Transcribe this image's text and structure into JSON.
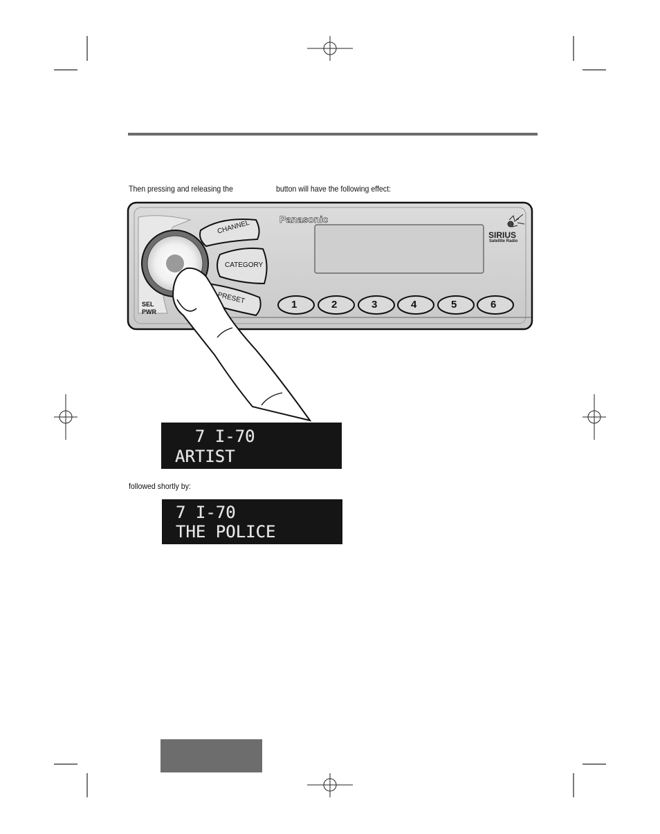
{
  "intro": {
    "part1": "Then pressing and releasing the",
    "part2": "button will have the following effect:"
  },
  "radio": {
    "brand": "Panasonic",
    "sirius_logo": "SIRIUS",
    "sirius_sub": "Satellite Radio",
    "buttons": {
      "channel": "CHANNEL",
      "category": "CATEGORY",
      "preset": "PRESET"
    },
    "knob_labels": {
      "sel": "SEL",
      "pwr": "PWR"
    },
    "presets": [
      "1",
      "2",
      "3",
      "4",
      "5",
      "6"
    ]
  },
  "display1": {
    "line1": "  7 I-70",
    "line2": "ARTIST"
  },
  "caption": "followed shortly by:",
  "display2": {
    "line1": "7 I-70",
    "line2": "THE POLICE"
  },
  "icons": {
    "registration_mark": "registration-mark-icon",
    "finger": "finger-press-icon",
    "sirius_dog": "sirius-dog-icon"
  }
}
